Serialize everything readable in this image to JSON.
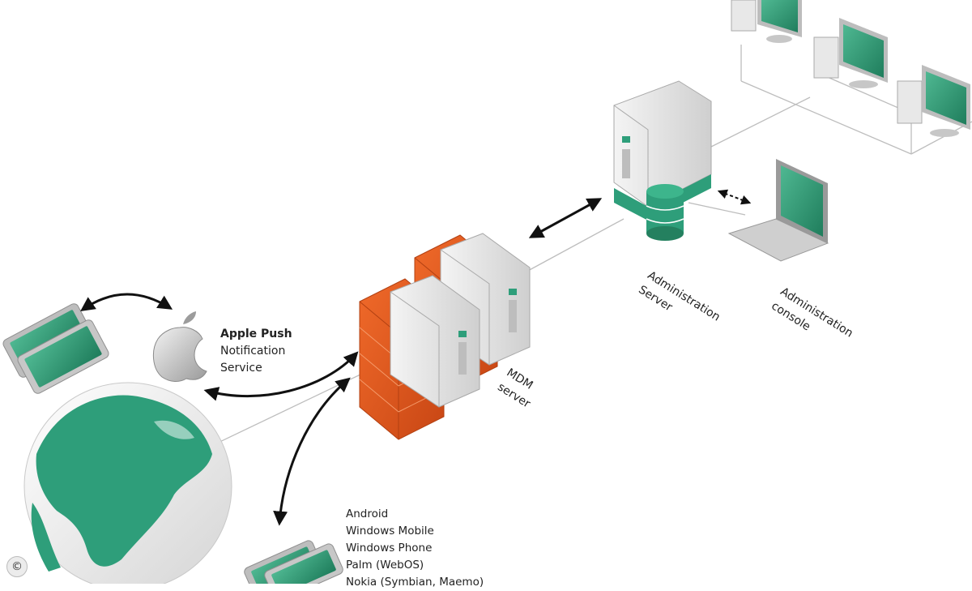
{
  "apns": {
    "title": "Apple Push",
    "line2": "Notification",
    "line3": "Service"
  },
  "mdm_server": {
    "line1": "MDM",
    "line2": "server"
  },
  "admin_server": {
    "line1": "Administration",
    "line2": "Server"
  },
  "admin_console": {
    "line1": "Administration",
    "line2": "console"
  },
  "platforms": [
    "Android",
    "Windows Mobile",
    "Windows Phone",
    "Palm (WebOS)",
    "Nokia (Symbian, Maemo)"
  ],
  "copyright": "©",
  "icons": [
    "tablet-icon",
    "apple-logo-icon",
    "globe-icon",
    "firewall-icon",
    "server-icon",
    "database-icon",
    "laptop-icon",
    "desktop-computer-icon",
    "smartphone-icon"
  ],
  "colors": {
    "accent_green": "#2e9e7a",
    "firewall_orange": "#e0531c",
    "server_gray": "#d8d8d8"
  }
}
